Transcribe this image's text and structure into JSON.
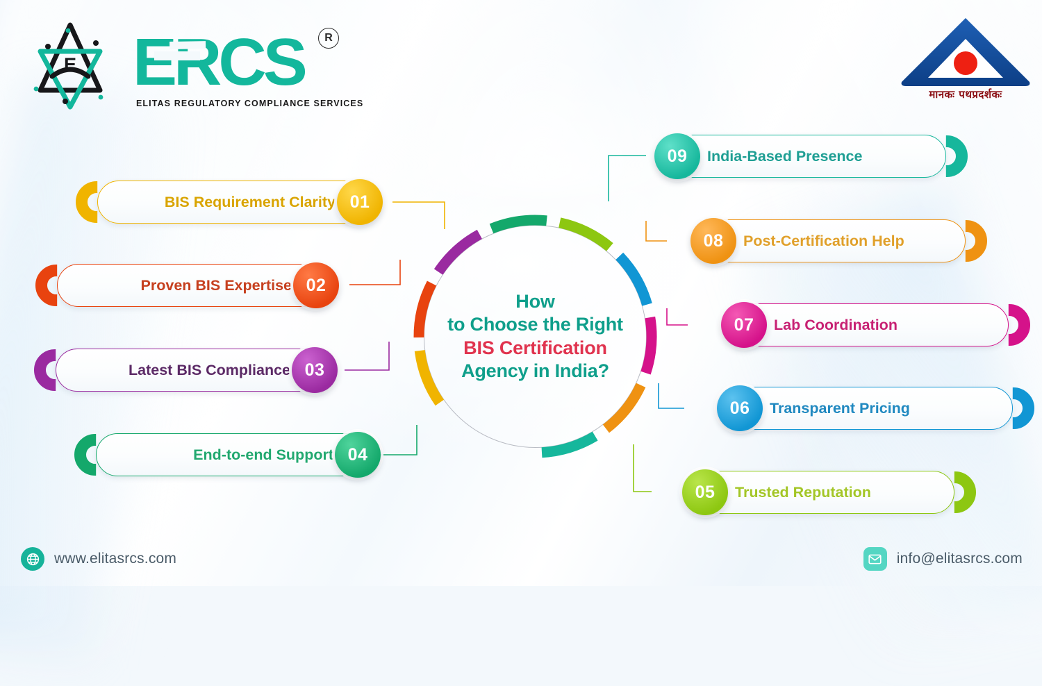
{
  "header": {
    "brand_short": "ERCS",
    "brand_tagline": "ELITAS REGULATORY COMPLIANCE SERVICES",
    "registered_mark": "R",
    "brand_letter": "E",
    "bis_sanskrit": "मानकः पथप्रदर्शकः",
    "logo_teal": "#13b79c"
  },
  "center": {
    "title_lines": [
      {
        "text": "How",
        "accent": false
      },
      {
        "text": "to Choose the Right",
        "accent": false
      },
      {
        "text": "BIS Certification",
        "accent": true
      },
      {
        "text": "Agency in India?",
        "accent": false
      }
    ],
    "title_color": "#0f9f8b",
    "accent_color": "#e0334e"
  },
  "items": [
    {
      "num": "01",
      "label": "BIS Requirement Clarity",
      "color": "#f0b400",
      "color_light": "#ffd84a",
      "text_color": "#d9a400",
      "side": "left"
    },
    {
      "num": "02",
      "label": "Proven BIS Expertise",
      "color": "#e8430f",
      "color_light": "#ff7a45",
      "text_color": "#c6401f",
      "side": "left"
    },
    {
      "num": "03",
      "label": "Latest BIS Compliance",
      "color": "#9a2aa0",
      "color_light": "#cb62d0",
      "text_color": "#5b2a66",
      "side": "left"
    },
    {
      "num": "04",
      "label": "End-to-end Support",
      "color": "#14a86b",
      "color_light": "#4fd49c",
      "text_color": "#21a86f",
      "side": "left"
    },
    {
      "num": "05",
      "label": "Trusted Reputation",
      "color": "#8dc711",
      "color_light": "#b9e54a",
      "text_color": "#a3c626",
      "side": "right"
    },
    {
      "num": "06",
      "label": "Transparent Pricing",
      "color": "#1196d4",
      "color_light": "#5cc2ef",
      "text_color": "#2089c0",
      "side": "right"
    },
    {
      "num": "07",
      "label": "Lab Coordination",
      "color": "#d5128a",
      "color_light": "#f458b4",
      "text_color": "#c72173",
      "side": "right"
    },
    {
      "num": "08",
      "label": "Post-Certification Help",
      "color": "#ef9212",
      "color_light": "#ffb85a",
      "text_color": "#e0a02a",
      "side": "right"
    },
    {
      "num": "09",
      "label": "India-Based Presence",
      "color": "#16b79c",
      "color_light": "#5fe0c9",
      "text_color": "#1f9f94",
      "side": "right"
    }
  ],
  "ring": {
    "segment_colors": [
      "#f0b400",
      "#e8430f",
      "#9a2aa0",
      "#14a86b",
      "#8dc711",
      "#1196d4",
      "#d5128a",
      "#ef9212",
      "#16b79c"
    ]
  },
  "footer": {
    "website": "www.elitasrcs.com",
    "email": "info@elitasrcs.com",
    "website_icon": "globe-icon",
    "email_icon": "envelope-icon"
  }
}
